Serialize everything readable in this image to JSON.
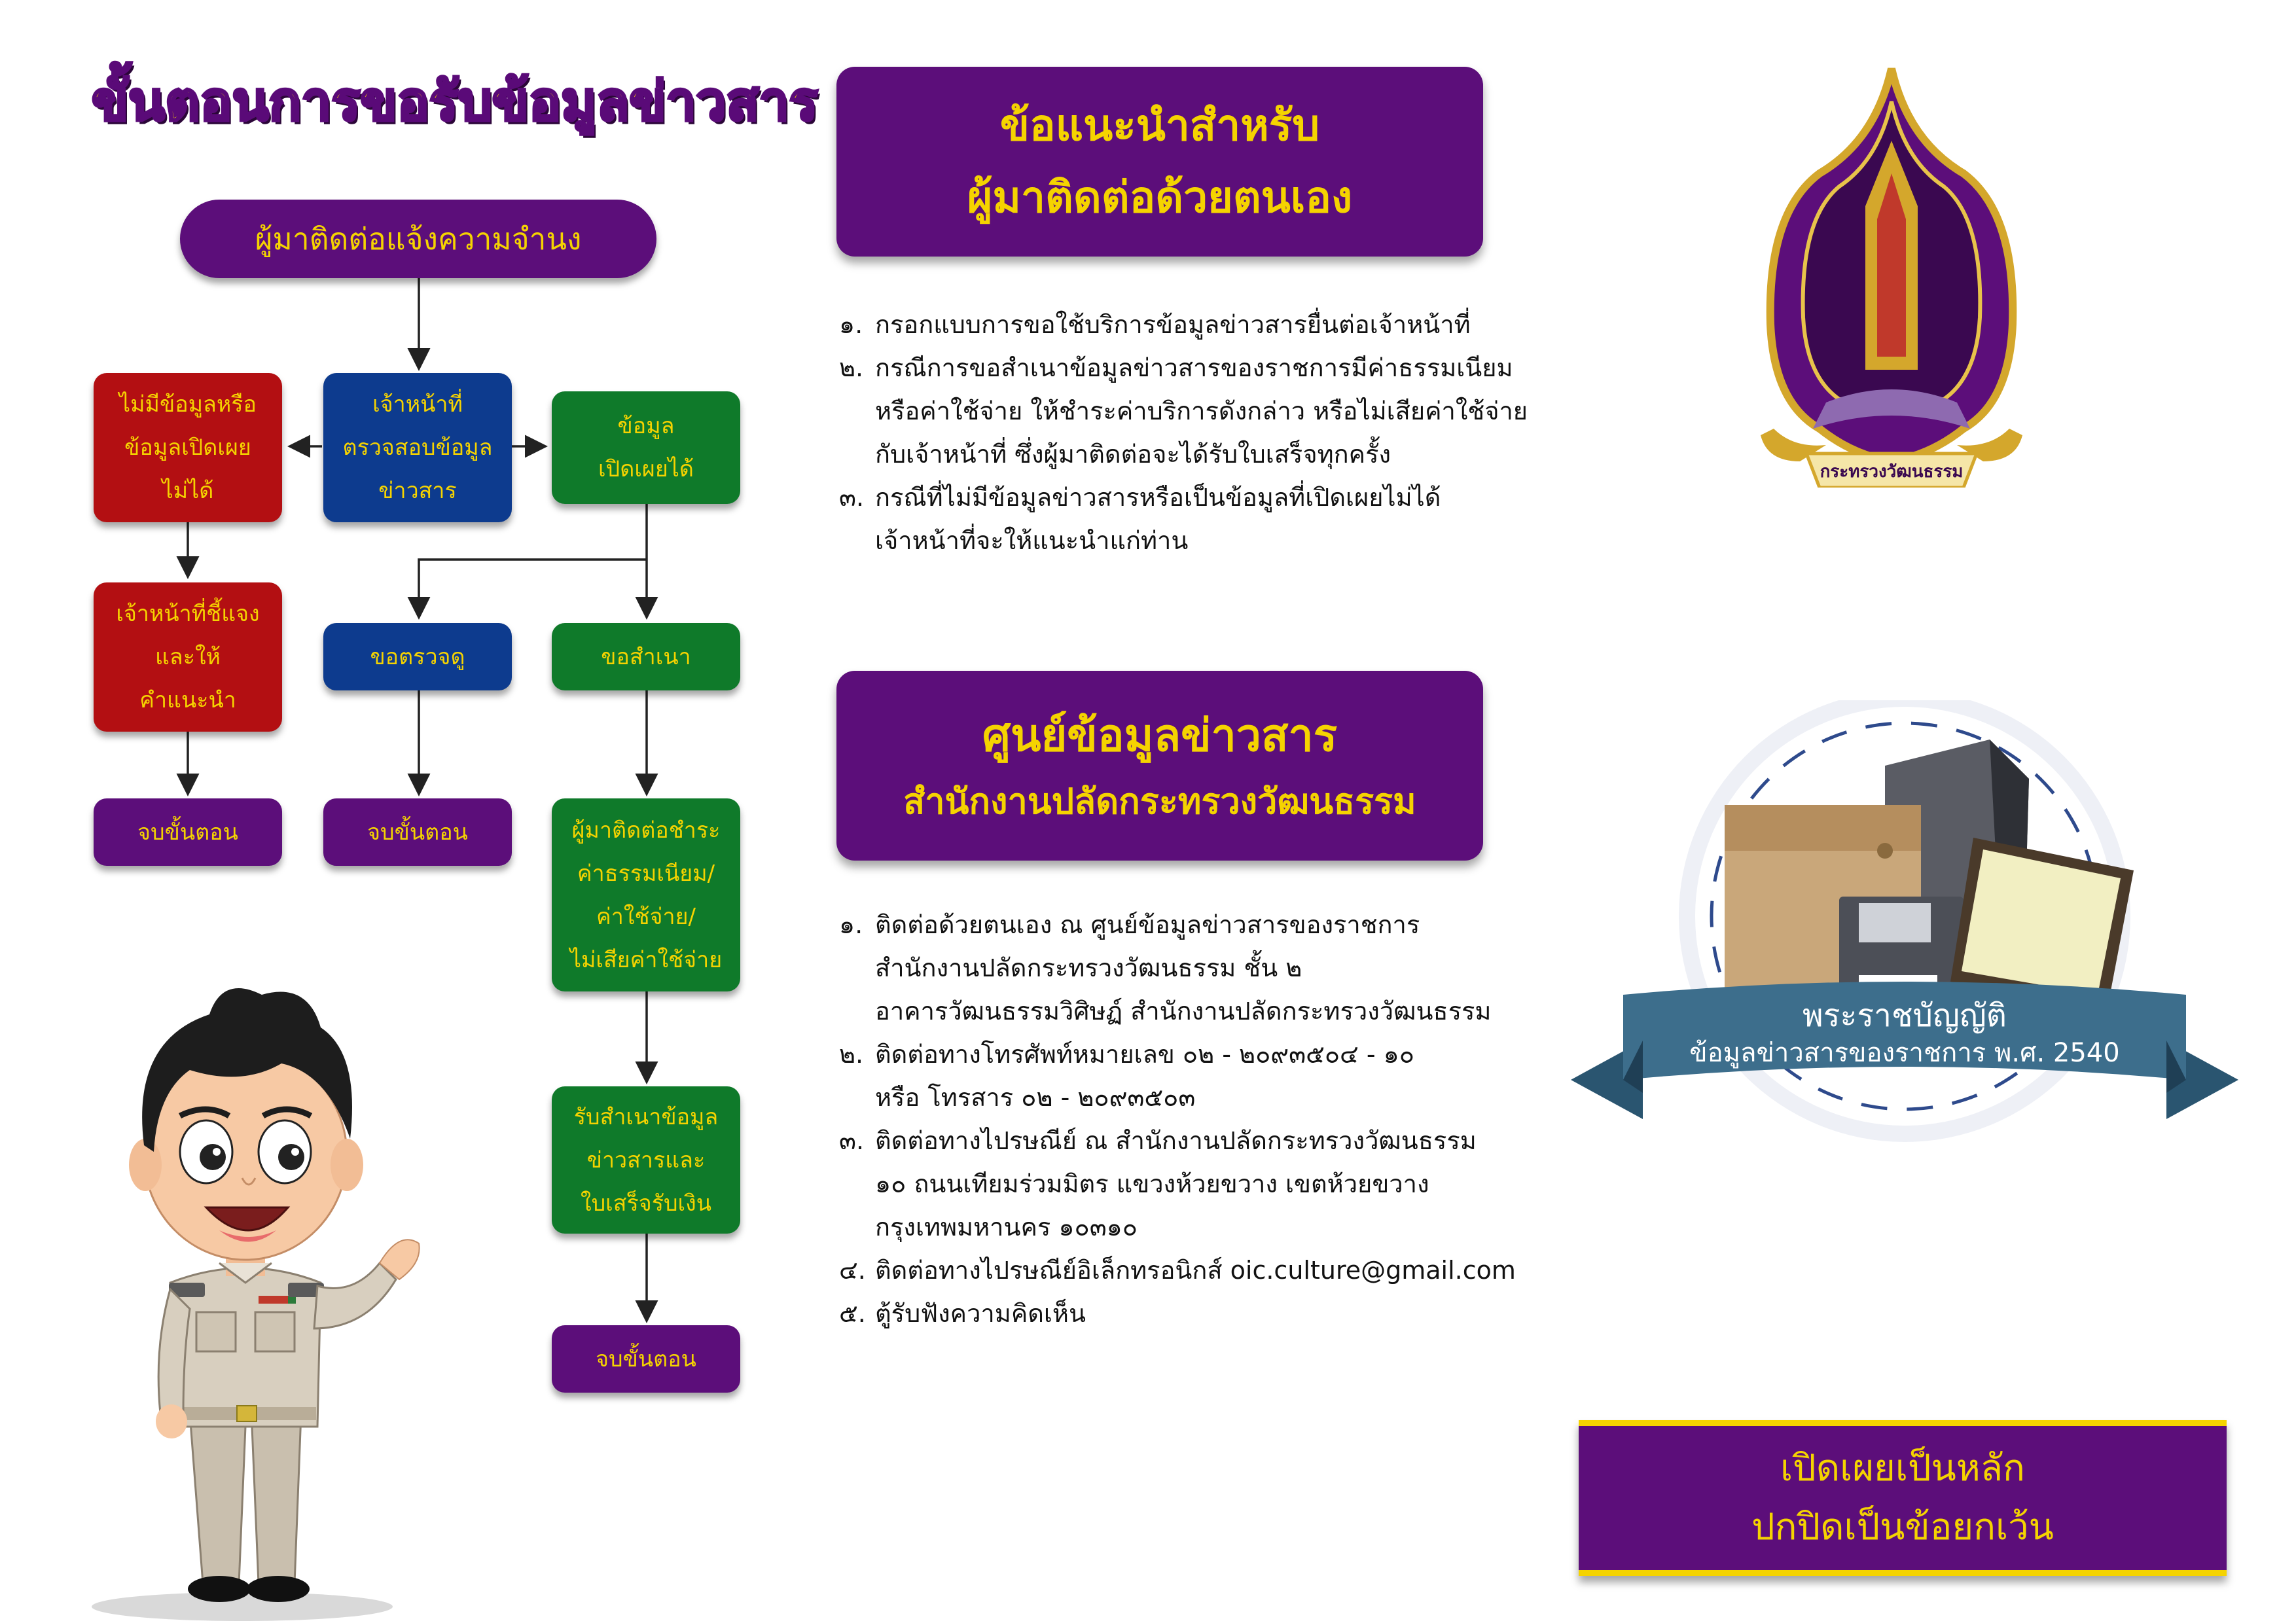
{
  "title": "ขั้นตอนการขอรับข้อมูลข่าวสาร",
  "flow": {
    "start": "ผู้มาติดต่อแจ้งความจำนง",
    "check": [
      "เจ้าหน้าที่",
      "ตรวจสอบข้อมูล",
      "ข่าวสาร"
    ],
    "no_data": [
      "ไม่มีข้อมูลหรือ",
      "ข้อมูลเปิดเผย",
      "ไม่ได้"
    ],
    "disclosable": [
      "ข้อมูล",
      "เปิดเผยได้"
    ],
    "explain": [
      "เจ้าหน้าที่ชี้แจง",
      "และให้",
      "คำแนะนำ"
    ],
    "inspect": "ขอตรวจดู",
    "copy": "ขอสำเนา",
    "end_label": "จบขั้นตอน",
    "pay": [
      "ผู้มาติดต่อชำระ",
      "ค่าธรรมเนียม/",
      "ค่าใช้จ่าย/",
      "ไม่เสียค่าใช้จ่าย"
    ],
    "receive": [
      "รับสำเนาข้อมูล",
      "ข่าวสารและ",
      "ใบเสร็จรับเงิน"
    ]
  },
  "advice": {
    "heading": [
      "ข้อแนะนำสำหรับ",
      "ผู้มาติดต่อด้วยตนเอง"
    ],
    "items": [
      {
        "num": "๑.",
        "lines": [
          "กรอกแบบการขอใช้บริการข้อมูลข่าวสารยื่นต่อเจ้าหน้าที่"
        ]
      },
      {
        "num": "๒.",
        "lines": [
          "กรณีการขอสำเนาข้อมูลข่าวสารของราชการมีค่าธรรมเนียม",
          "หรือค่าใช้จ่าย ให้ชำระค่าบริการดังกล่าว หรือไม่เสียค่าใช้จ่าย",
          "กับเจ้าหน้าที่ ซึ่งผู้มาติดต่อจะได้รับใบเสร็จทุกครั้ง"
        ]
      },
      {
        "num": "๓.",
        "lines": [
          "กรณีที่ไม่มีข้อมูลข่าวสารหรือเป็นข้อมูลที่เปิดเผยไม่ได้",
          "เจ้าหน้าที่จะให้แนะนำแก่ท่าน"
        ]
      }
    ]
  },
  "center": {
    "heading": [
      "ศูนย์ข้อมูลข่าวสาร",
      "สำนักงานปลัดกระทรวงวัฒนธรรม"
    ],
    "items": [
      {
        "num": "๑.",
        "lines": [
          "ติดต่อด้วยตนเอง ณ ศูนย์ข้อมูลข่าวสารของราชการ",
          "สำนักงานปลัดกระทรวงวัฒนธรรม ชั้น ๒",
          "อาคารวัฒนธรรมวิศิษฏ์ สำนักงานปลัดกระทรวงวัฒนธรรม"
        ]
      },
      {
        "num": "๒.",
        "lines": [
          "ติดต่อทางโทรศัพท์หมายเลข ๐๒ - ๒๐๙๓๕๐๔ - ๑๐",
          "หรือ โทรสาร ๐๒ - ๒๐๙๓๕๐๓"
        ]
      },
      {
        "num": "๓.",
        "lines": [
          "ติดต่อทางไปรษณีย์ ณ สำนักงานปลัดกระทรวงวัฒนธรรม",
          "๑๐ ถนนเทียมร่วมมิตร แขวงห้วยขวาง เขตห้วยขวาง",
          "กรุงเทพมหานคร ๑๐๓๑๐"
        ]
      },
      {
        "num": "๔.",
        "lines": [
          "ติดต่อทางไปรษณีย์อิเล็กทรอนิกส์ oic.culture@gmail.com"
        ]
      },
      {
        "num": "๕.",
        "lines": [
          "ตู้รับฟังความคิดเห็น"
        ]
      }
    ]
  },
  "logo": {
    "ribbon_text": "กระทรวงวัฒนธรรม"
  },
  "act": {
    "line1": "พระราชบัญญัติ",
    "line2": "ข้อมูลข่าวสารของราชการ พ.ศ. 2540"
  },
  "motto": [
    "เปิดเผยเป็นหลัก",
    "ปกปิดเป็นข้อยกเว้น"
  ],
  "colors": {
    "purple": "#5c0e7a",
    "yellow": "#f5d300",
    "red": "#b30f12",
    "blue": "#0d3b8e",
    "green": "#0f7a2a",
    "ribbon": "#3d6e8c"
  }
}
